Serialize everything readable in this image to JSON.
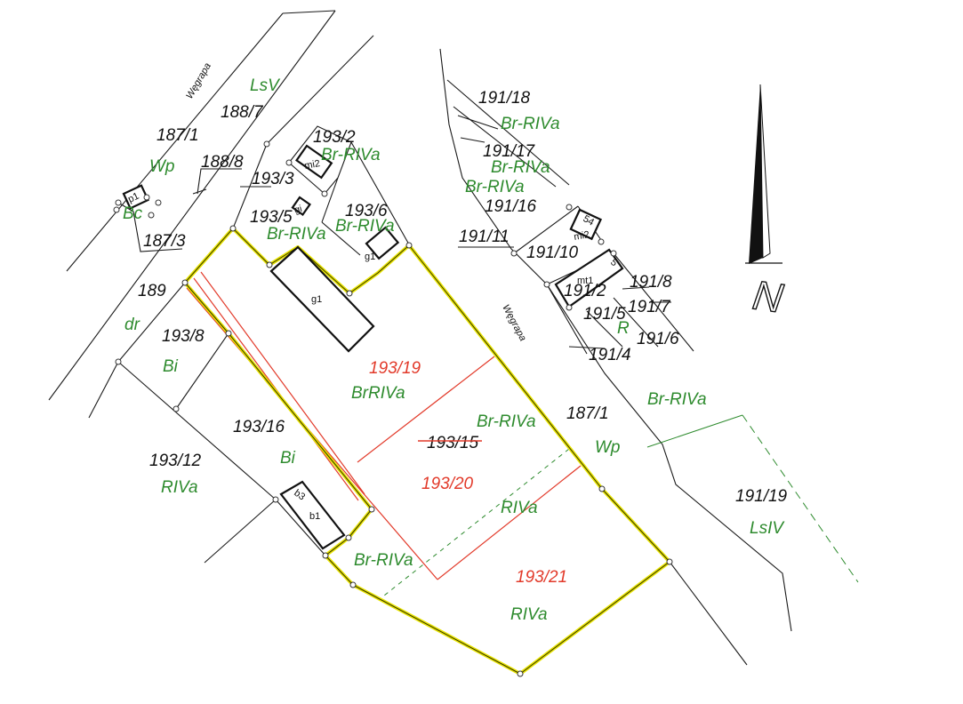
{
  "colors": {
    "line": "#1a1a1a",
    "land_use": "#2e8b2e",
    "new_division": "#e23a2a",
    "selected_boundary": "#e8e400"
  },
  "parcels": [
    {
      "id": "p-187-1-top",
      "label": "187/1"
    },
    {
      "id": "p-188-7",
      "label": "188/7"
    },
    {
      "id": "p-188-8",
      "label": "188/8"
    },
    {
      "id": "p-187-3",
      "label": "187/3"
    },
    {
      "id": "p-189",
      "label": "189"
    },
    {
      "id": "p-193-2",
      "label": "193/2"
    },
    {
      "id": "p-193-3",
      "label": "193/3"
    },
    {
      "id": "p-193-5",
      "label": "193/5"
    },
    {
      "id": "p-193-6",
      "label": "193/6"
    },
    {
      "id": "p-193-8",
      "label": "193/8"
    },
    {
      "id": "p-193-16",
      "label": "193/16"
    },
    {
      "id": "p-193-12",
      "label": "193/12"
    },
    {
      "id": "p-193-15",
      "label": "193/15"
    },
    {
      "id": "p-187-1-road",
      "label": "187/1"
    },
    {
      "id": "p-191-18",
      "label": "191/18"
    },
    {
      "id": "p-191-17",
      "label": "191/17"
    },
    {
      "id": "p-191-16",
      "label": "191/16"
    },
    {
      "id": "p-191-11",
      "label": "191/11"
    },
    {
      "id": "p-191-10",
      "label": "191/10"
    },
    {
      "id": "p-191-8",
      "label": "191/8"
    },
    {
      "id": "p-191-2",
      "label": "191/2"
    },
    {
      "id": "p-191-7",
      "label": "191/7"
    },
    {
      "id": "p-191-5",
      "label": "191/5"
    },
    {
      "id": "p-191-6",
      "label": "191/6"
    },
    {
      "id": "p-191-4",
      "label": "191/4"
    },
    {
      "id": "p-191-19",
      "label": "191/19"
    }
  ],
  "new_parcels": [
    {
      "id": "n-193-19",
      "label": "193/19"
    },
    {
      "id": "n-193-20",
      "label": "193/20"
    },
    {
      "id": "n-193-21",
      "label": "193/21"
    }
  ],
  "land_use": [
    {
      "id": "u-lsv",
      "label": "LsV"
    },
    {
      "id": "u-wp-top",
      "label": "Wp"
    },
    {
      "id": "u-bc",
      "label": "Bc"
    },
    {
      "id": "u-dr",
      "label": "dr"
    },
    {
      "id": "u-bi-1",
      "label": "Bi"
    },
    {
      "id": "u-bi-2",
      "label": "Bi"
    },
    {
      "id": "u-rlva-12",
      "label": "RIVa"
    },
    {
      "id": "u-br-rlva-2",
      "label": "Br-RIVa"
    },
    {
      "id": "u-br-rlva-5",
      "label": "Br-RIVa"
    },
    {
      "id": "u-br-rlva-6",
      "label": "Br-RIVa"
    },
    {
      "id": "u-brrlva-19",
      "label": "BrRIVa"
    },
    {
      "id": "u-br-rlva-15",
      "label": "Br-RIVa"
    },
    {
      "id": "u-rlva-20",
      "label": "RIVa"
    },
    {
      "id": "u-br-rlva-sw",
      "label": "Br-RIVa"
    },
    {
      "id": "u-rlva-21",
      "label": "RIVa"
    },
    {
      "id": "u-wp-road",
      "label": "Wp"
    },
    {
      "id": "u-br-rlva-18",
      "label": "Br-RIVa"
    },
    {
      "id": "u-br-rlva-17",
      "label": "Br-RIVa"
    },
    {
      "id": "u-br-rlva-17b",
      "label": "Br-RIVa"
    },
    {
      "id": "u-r",
      "label": "R"
    },
    {
      "id": "u-br-rlva-east",
      "label": "Br-RIVa"
    },
    {
      "id": "u-lslv",
      "label": "LsIV"
    }
  ],
  "roads": [
    {
      "id": "road-nw",
      "label": "Węgrapa"
    },
    {
      "id": "road-center",
      "label": "Węgrapa"
    }
  ],
  "buildings": [
    {
      "id": "b-p1",
      "label": "p1"
    },
    {
      "id": "b-mi2-w",
      "label": "mi2"
    },
    {
      "id": "b-gi-small",
      "label": "gi"
    },
    {
      "id": "b-g1-big",
      "label": "g1"
    },
    {
      "id": "b-g1-small",
      "label": "g1"
    },
    {
      "id": "b-b1",
      "label": "b1"
    },
    {
      "id": "b-b1-tag",
      "label": "b3"
    },
    {
      "id": "b-mi2-e",
      "label": "mi2"
    },
    {
      "id": "b-mi2-e-tag",
      "label": "54"
    },
    {
      "id": "b-mt1",
      "label": "mt1"
    },
    {
      "id": "b-mt1-tag",
      "label": "5"
    }
  ],
  "north_arrow": {
    "label": "N"
  }
}
